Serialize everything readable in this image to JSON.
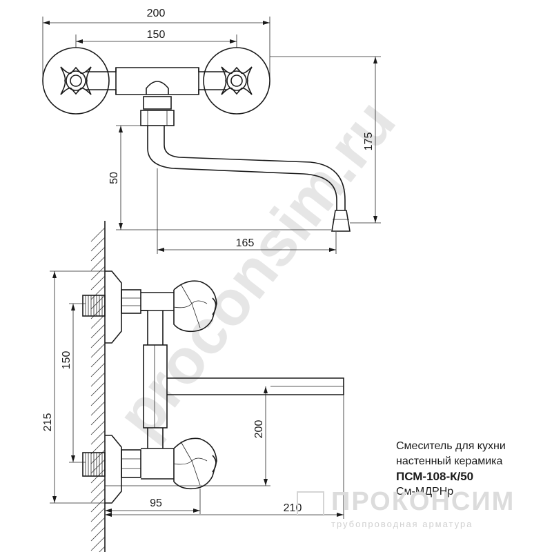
{
  "watermark": "proconsim.ru",
  "top_view": {
    "dimensions": {
      "overall_width": "200",
      "center_distance": "150",
      "spout_offset": "165",
      "spout_drop": "50",
      "height": "175"
    }
  },
  "side_view": {
    "dimensions": {
      "inlet_distance": "150",
      "total_height": "215",
      "spout_height": "200",
      "valve_reach": "95",
      "spout_reach": "210"
    }
  },
  "caption": {
    "line1": "Смеситель для кухни",
    "line2": "настенный керамика",
    "model": "ПСМ-108-К/50",
    "code": "См-МДРНр"
  },
  "logo": {
    "name": "ПРОКОНСИМ",
    "tagline": "трубопроводная арматура"
  }
}
